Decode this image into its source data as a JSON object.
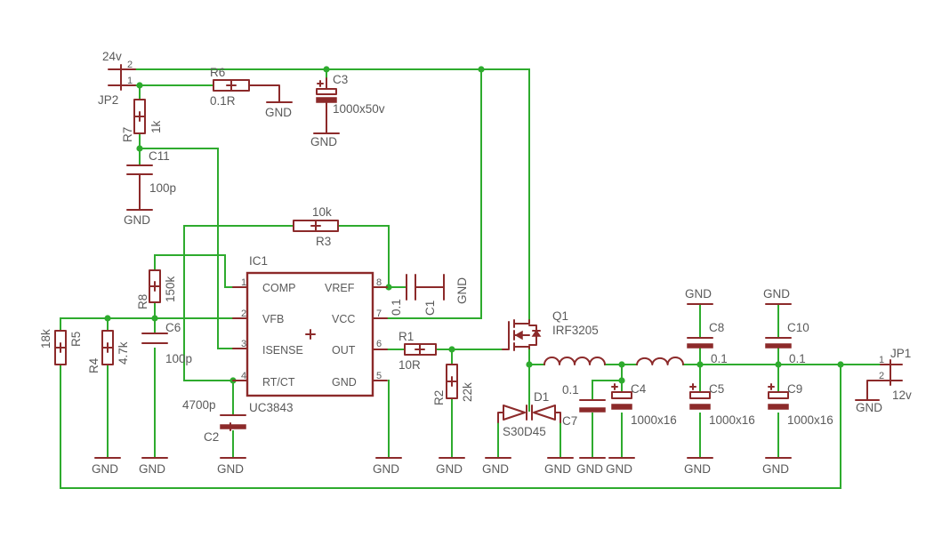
{
  "colors": {
    "wire": "#2eab2e",
    "symbol": "#8c2a2a",
    "text": "#5a5a5a",
    "background": "#ffffff"
  },
  "labels": {
    "jp2_name": "JP2",
    "jp2_voltage": "24v",
    "jp2_pin1": "1",
    "jp2_pin2": "2",
    "r6_name": "R6",
    "r6_value": "0.1R",
    "c3_name": "C3",
    "c3_value": "1000x50v",
    "r7_name": "R7",
    "r7_value": "1k",
    "c11_name": "C11",
    "c11_value": "100p",
    "r3_value": "10k",
    "r3_name": "R3",
    "ic1_name": "IC1",
    "ic1_value": "UC3843",
    "r8_name": "R8",
    "r8_value": "150k",
    "c6_name": "C6",
    "c6_value": "100p",
    "r5_value": "18k",
    "r5_name": "R5",
    "r4_name": "R4",
    "r4_value": "4.7k",
    "c2_value": "4700p",
    "c2_name": "C2",
    "c1_value": "0.1",
    "c1_name": "C1",
    "r1_name": "R1",
    "r1_value": "10R",
    "r2_name": "R2",
    "r2_value": "22k",
    "q1_name": "Q1",
    "q1_value": "IRF3205",
    "d1_name": "D1",
    "d1_value": "S30D45",
    "c7_value": "0.1",
    "c7_name": "C7",
    "c4_name": "C4",
    "c4_value": "1000x16",
    "c8_name": "C8",
    "c8_value": "0.1",
    "c5_name": "C5",
    "c5_value": "1000x16",
    "c10_name": "C10",
    "c10_value": "0.1",
    "c9_name": "C9",
    "c9_value": "1000x16",
    "jp1_name": "JP1",
    "jp1_voltage": "12v",
    "jp1_pin1": "1",
    "jp1_pin2": "2",
    "gnd": "GND"
  },
  "ic_pins": [
    {
      "number": "1",
      "name": "COMP"
    },
    {
      "number": "2",
      "name": "VFB"
    },
    {
      "number": "3",
      "name": "ISENSE"
    },
    {
      "number": "4",
      "name": "RT/CT"
    },
    {
      "number": "8",
      "name": "VREF"
    },
    {
      "number": "7",
      "name": "VCC"
    },
    {
      "number": "6",
      "name": "OUT"
    },
    {
      "number": "5",
      "name": "GND"
    }
  ]
}
